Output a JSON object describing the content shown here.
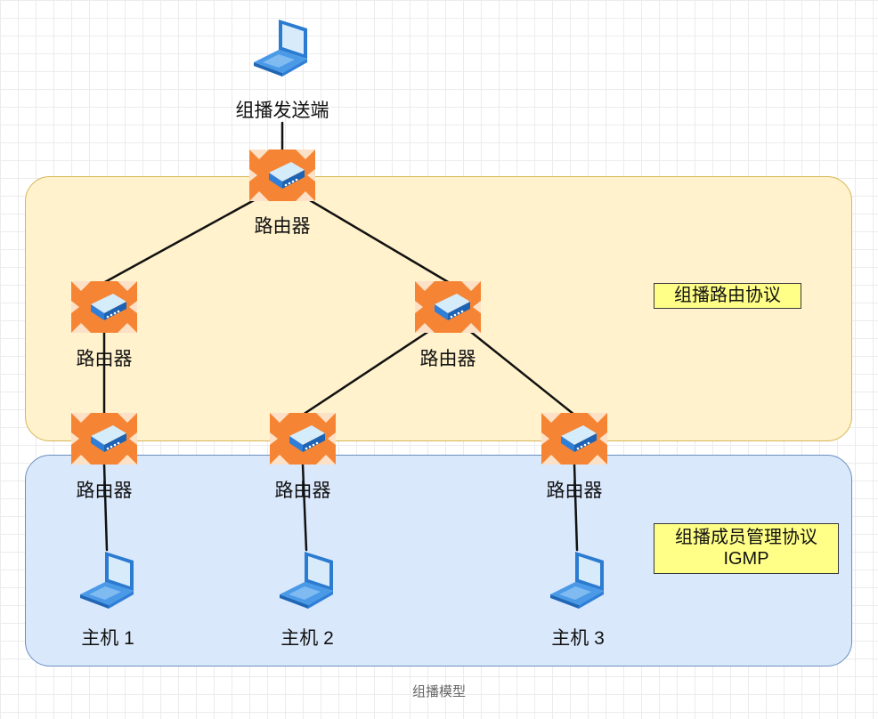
{
  "diagram": {
    "sender_label": "组播发送端",
    "router_label": "路由器",
    "hosts": [
      {
        "label": "主机 1"
      },
      {
        "label": "主机 2"
      },
      {
        "label": "主机 3"
      }
    ],
    "zones": {
      "routing_protocol": "组播路由协议",
      "member_protocol": "组播成员管理协议",
      "member_protocol_abbr": "IGMP"
    },
    "caption": "组播模型"
  },
  "colors": {
    "routing_zone_fill": "#fff2cc",
    "member_zone_fill": "#dae8fc",
    "router_orange": "#f58534",
    "router_blue": "#3a8ee6",
    "note_fill": "#ffff88"
  },
  "icons": [
    "computer-icon",
    "router-icon"
  ]
}
